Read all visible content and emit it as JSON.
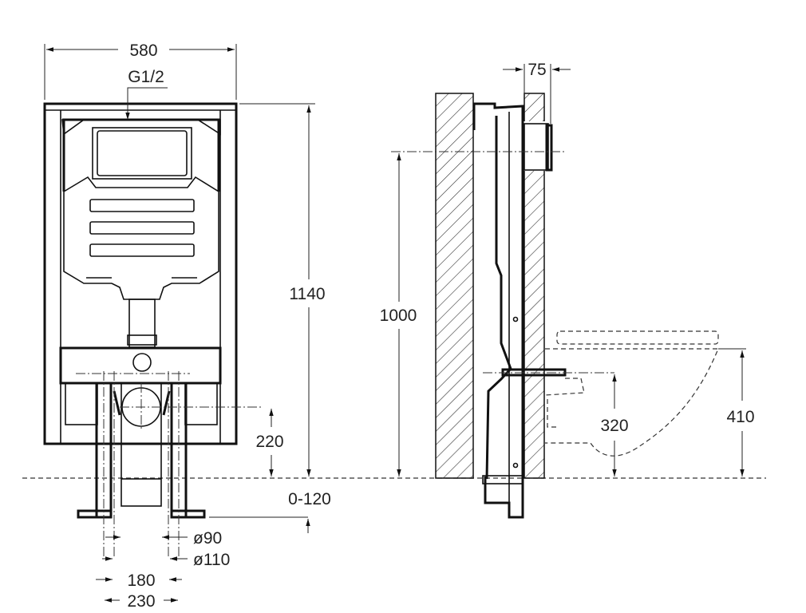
{
  "front_view": {
    "width_label": "580",
    "inlet_label": "G1/2",
    "height_label": "1140",
    "outlet_height_label": "220",
    "adjust_label": "0-120",
    "pipe_small_label": "ø90",
    "pipe_large_label": "ø110",
    "bolt_inner_label": "180",
    "bolt_outer_label": "230"
  },
  "side_view": {
    "depth_label": "75",
    "inlet_height_label": "1000",
    "bracket_height_label": "320",
    "seat_height_label": "410"
  }
}
